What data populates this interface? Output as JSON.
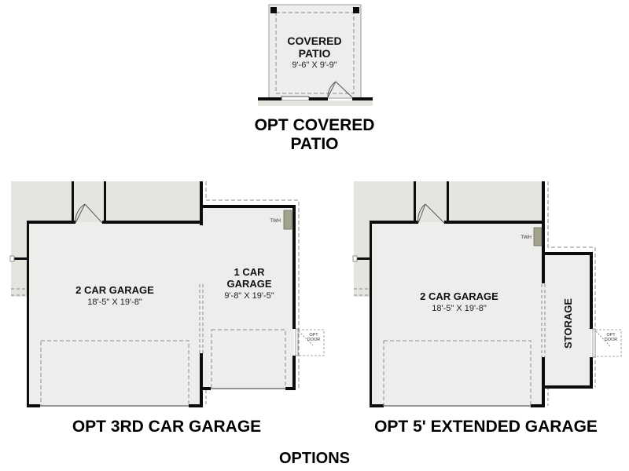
{
  "colors": {
    "wall": "#0c0c0c",
    "room_fill": "#ededeb",
    "existing_fill": "#e5e4df",
    "dashed": "#8a8a8a",
    "twh_fill": "#a3a38a"
  },
  "covered_patio": {
    "room_title_line1": "COVERED",
    "room_title_line2": "PATIO",
    "room_dim": "9'-6\" X 9'-9\"",
    "caption_line1": "OPT COVERED",
    "caption_line2": "PATIO"
  },
  "third_car_garage": {
    "two_car_title": "2 CAR GARAGE",
    "two_car_dim": "18'-5\" X 19'-8\"",
    "one_car_title_line1": "1 CAR",
    "one_car_title_line2": "GARAGE",
    "one_car_dim": "9'-8\" X 19'-5\"",
    "twh_label": "TWH",
    "opt_door_line1": "OPT",
    "opt_door_line2": "DOOR",
    "caption": "OPT 3RD CAR GARAGE"
  },
  "extended_garage": {
    "two_car_title": "2 CAR GARAGE",
    "two_car_dim": "18'-5\" X 19'-8\"",
    "storage_title": "STORAGE",
    "twh_label": "TWH",
    "opt_door_line1": "OPT",
    "opt_door_line2": "DOOR",
    "caption": "OPT 5' EXTENDED GARAGE"
  },
  "page_title": "OPTIONS"
}
